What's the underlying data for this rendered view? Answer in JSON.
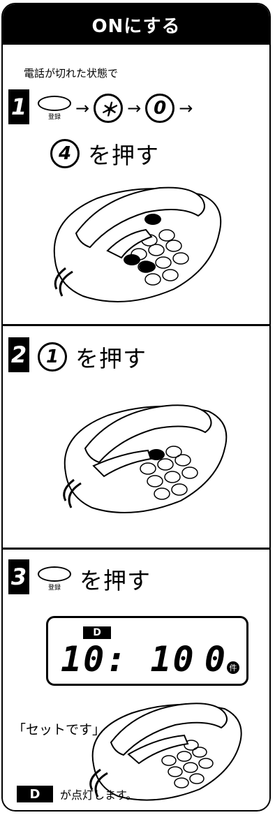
{
  "title": "ONにする",
  "intro": "電話が切れた状態で",
  "register_key_label": "登録",
  "steps": [
    {
      "number": "1",
      "keys": [
        "＊",
        "0",
        "4"
      ],
      "instruction": "を押す"
    },
    {
      "number": "2",
      "key": "1",
      "instruction": "を押す"
    },
    {
      "number": "3",
      "instruction": "を押す",
      "display": {
        "indicator": "D",
        "time": "10: 10",
        "count": "0",
        "count_unit": "件"
      },
      "voice": "「セットです」"
    }
  ],
  "footer": {
    "indicator": "D",
    "text": "が点灯します。"
  }
}
